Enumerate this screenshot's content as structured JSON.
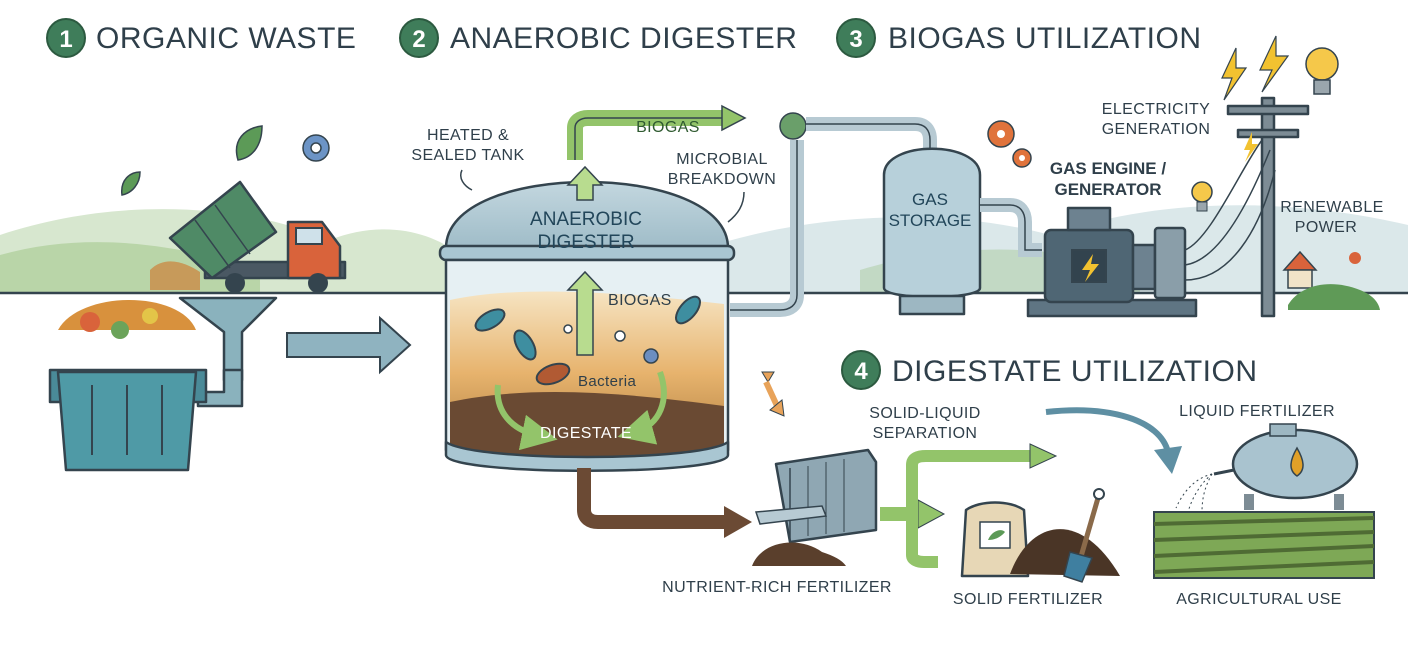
{
  "steps": [
    {
      "num": "1",
      "title": "ORGANIC WASTE"
    },
    {
      "num": "2",
      "title": "ANAEROBIC DIGESTER"
    },
    {
      "num": "3",
      "title": "BIOGAS UTILIZATION"
    },
    {
      "num": "4",
      "title": "DIGESTATE UTILIZATION"
    }
  ],
  "labels": {
    "heated_tank": [
      "HEATED &",
      "SEALED TANK"
    ],
    "biogas_pipe": "BIOGAS",
    "microbial": [
      "MICROBIAL",
      "BREAKDOWN"
    ],
    "digester_name": [
      "ANAEROBIC",
      "DIGESTER"
    ],
    "biogas_inner": "BIOGAS",
    "bacteria": "Bacteria",
    "digestate": "DIGESTATE",
    "gas_storage": [
      "GAS",
      "STORAGE"
    ],
    "engine": [
      "GAS ENGINE /",
      "GENERATOR"
    ],
    "electricity": [
      "ELECTRICITY",
      "GENERATION"
    ],
    "renewable": [
      "RENEWABLE",
      "POWER"
    ],
    "separation": [
      "SOLID-LIQUID",
      "SEPARATION"
    ],
    "liquid_fert": "LIQUID FERTILIZER",
    "nutrient_fert": "NUTRIENT-RICH FERTILIZER",
    "solid_fert": "SOLID FERTILIZER",
    "agri_use": "AGRICULTURAL USE"
  },
  "colors": {
    "badge": "#3f7d5a",
    "pipe": "#b7cad3",
    "tank": "#a9c6d2",
    "arrow_green": "#93c46a",
    "arrow_brown": "#6b4a34",
    "arrow_blue": "#5e8fa3",
    "soil": "#5a3f2c"
  }
}
